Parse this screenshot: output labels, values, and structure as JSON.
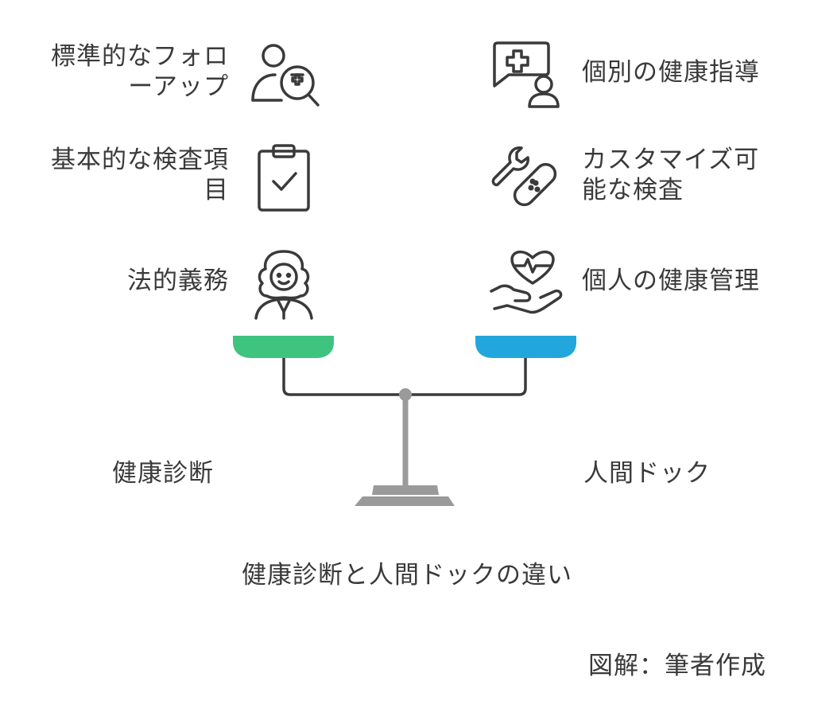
{
  "left_items": [
    {
      "text": "標準的なフォロ\nーアップ",
      "icon": "user-search-plus-icon"
    },
    {
      "text": "基本的な検査項\n目",
      "icon": "clipboard-check-icon"
    },
    {
      "text": "法的義務",
      "icon": "lawyer-person-icon"
    }
  ],
  "right_items": [
    {
      "text": "個別の健康指導",
      "icon": "chat-medical-user-icon"
    },
    {
      "text": "カスタマイズ可\n能な検査",
      "icon": "wrench-bandage-icon"
    },
    {
      "text": "個人の健康管理",
      "icon": "hand-heart-pulse-icon"
    }
  ],
  "scale": {
    "left_label": "健康診断",
    "right_label": "人間ドック",
    "left_pan_color": "#3ec47f",
    "right_pan_color": "#22a7dc",
    "beam_color": "#3a3a3a",
    "stand_color": "#9a9a9a"
  },
  "title": "健康診断と人間ドックの違い",
  "credit": "図解：筆者作成"
}
